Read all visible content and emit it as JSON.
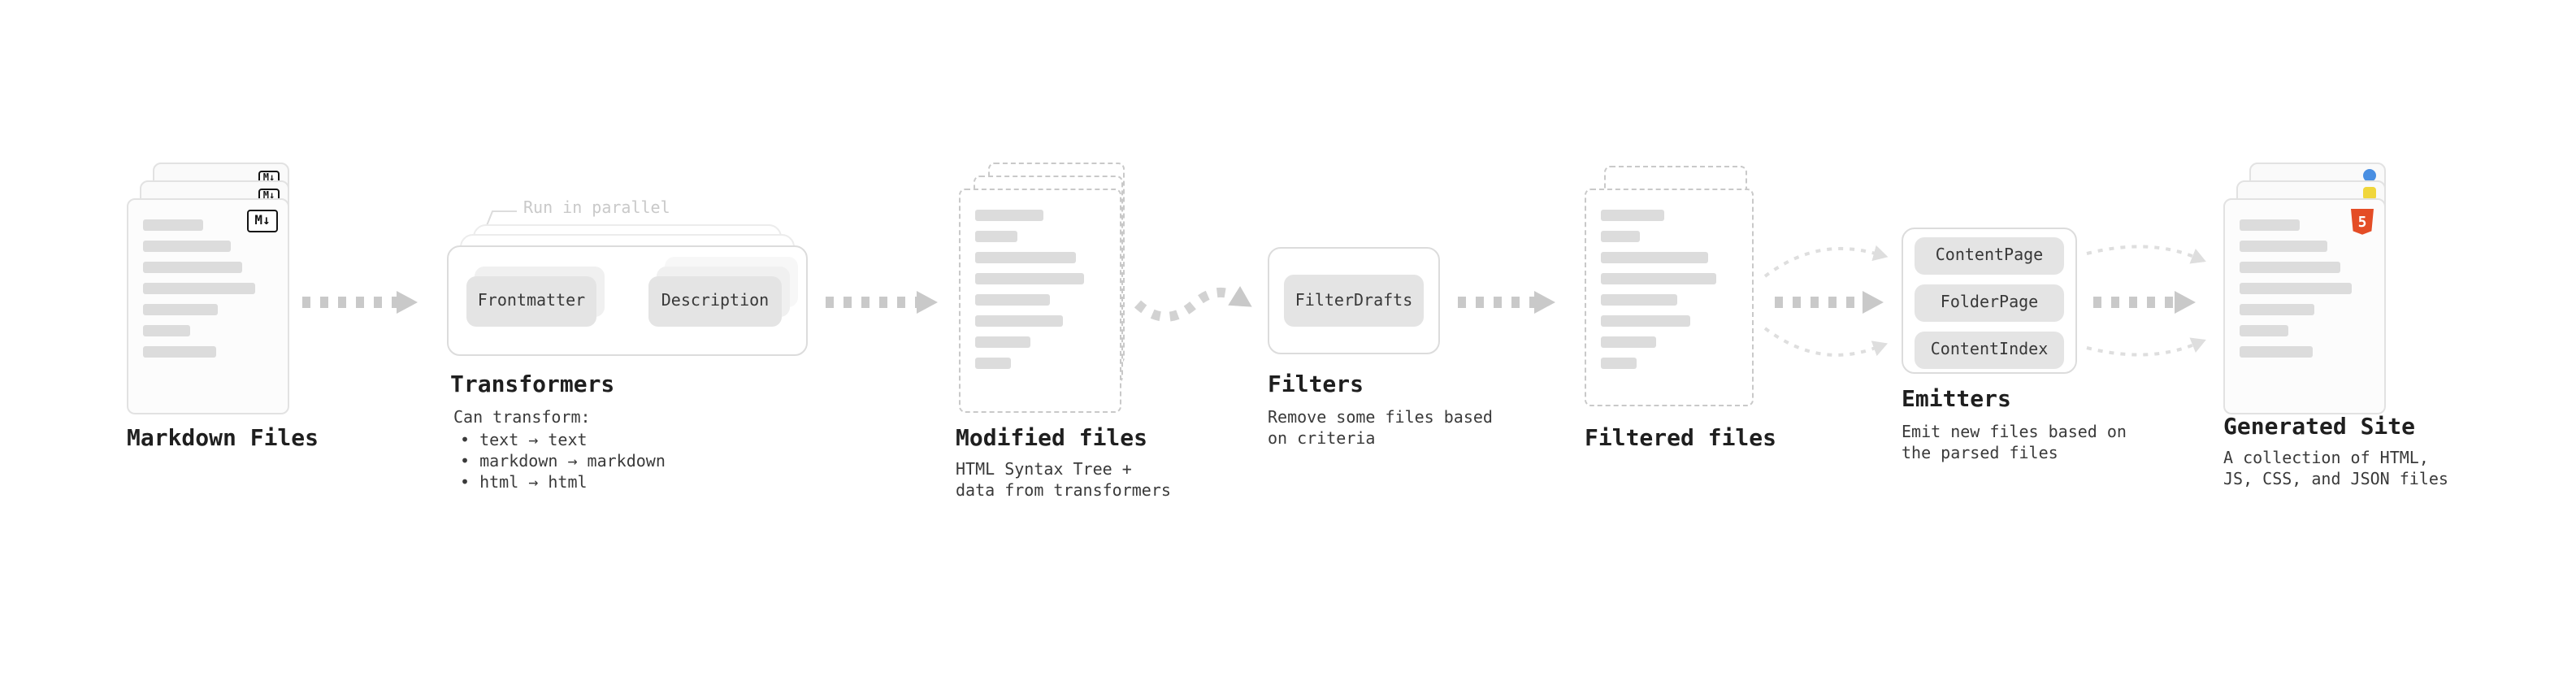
{
  "diagram": {
    "stages": {
      "markdown_files": {
        "title": "Markdown Files",
        "icon": "markdown-icon",
        "icon_label": "M↓"
      },
      "transformers": {
        "title": "Transformers",
        "parallel_label": "Run in parallel",
        "nodes": [
          "Frontmatter",
          "Description"
        ],
        "caption": "Can transform:",
        "bullets": [
          "• text → text",
          "• markdown → markdown",
          "• html → html"
        ]
      },
      "modified_files": {
        "title": "Modified files",
        "caption_lines": [
          "HTML Syntax Tree +",
          "data from transformers"
        ]
      },
      "filters": {
        "title": "Filters",
        "nodes": [
          "FilterDrafts"
        ],
        "caption_lines": [
          "Remove some files based",
          "on criteria"
        ]
      },
      "filtered_files": {
        "title": "Filtered files"
      },
      "emitters": {
        "title": "Emitters",
        "nodes": [
          "ContentPage",
          "FolderPage",
          "ContentIndex"
        ],
        "caption_lines": [
          "Emit new files based on",
          "the parsed files"
        ]
      },
      "generated_site": {
        "title": "Generated Site",
        "icon": "html5-icon",
        "icon_label": "5",
        "caption_lines": [
          "A collection of HTML,",
          "JS, CSS, and JSON files"
        ]
      }
    },
    "colors": {
      "html5_orange": "#e44d26",
      "js_yellow": "#f0d63c",
      "css_blue": "#4a8fe2",
      "arrow_gray": "#c9c9c9",
      "pill_bg": "#e4e4e4",
      "bar_gray": "#dcdcdc",
      "text": "#1f1f1f",
      "muted": "#c9c9c9"
    }
  }
}
